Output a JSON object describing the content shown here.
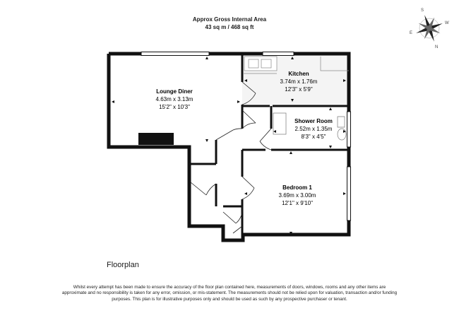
{
  "header": {
    "area_label": "Approx Gross Internal Area",
    "area_value": "43 sq m / 468 sq ft"
  },
  "plan_title": "Floorplan",
  "compass": {
    "letters": [
      "S",
      "W",
      "N",
      "E"
    ]
  },
  "rooms": {
    "lounge": {
      "name": "Lounge Diner",
      "metric": "4.63m x 3.13m",
      "imperial": "15'2\" x 10'3\""
    },
    "kitchen": {
      "name": "Kitchen",
      "metric": "3.74m x 1.76m",
      "imperial": "12'3\" x 5'9\""
    },
    "shower": {
      "name": "Shower Room",
      "metric": "2.52m x 1.35m",
      "imperial": "8'3\" x 4'5\""
    },
    "bedroom": {
      "name": "Bedroom 1",
      "metric": "3.69m x 3.00m",
      "imperial": "12'1\" x 9'10\""
    }
  },
  "disclaimer": "Whilst every attempt has been made to ensure the accuracy of the floor plan contained here, measurements of doors, windows, rooms and any other items are approximate and no responsibility is taken for any error, omission, or mis-statement. The measurements should not be relied upon for valuation, transaction and/or funding purposes. This plan is for illustrative purposes only and should be used as such by any prospective purchaser or tenant."
}
